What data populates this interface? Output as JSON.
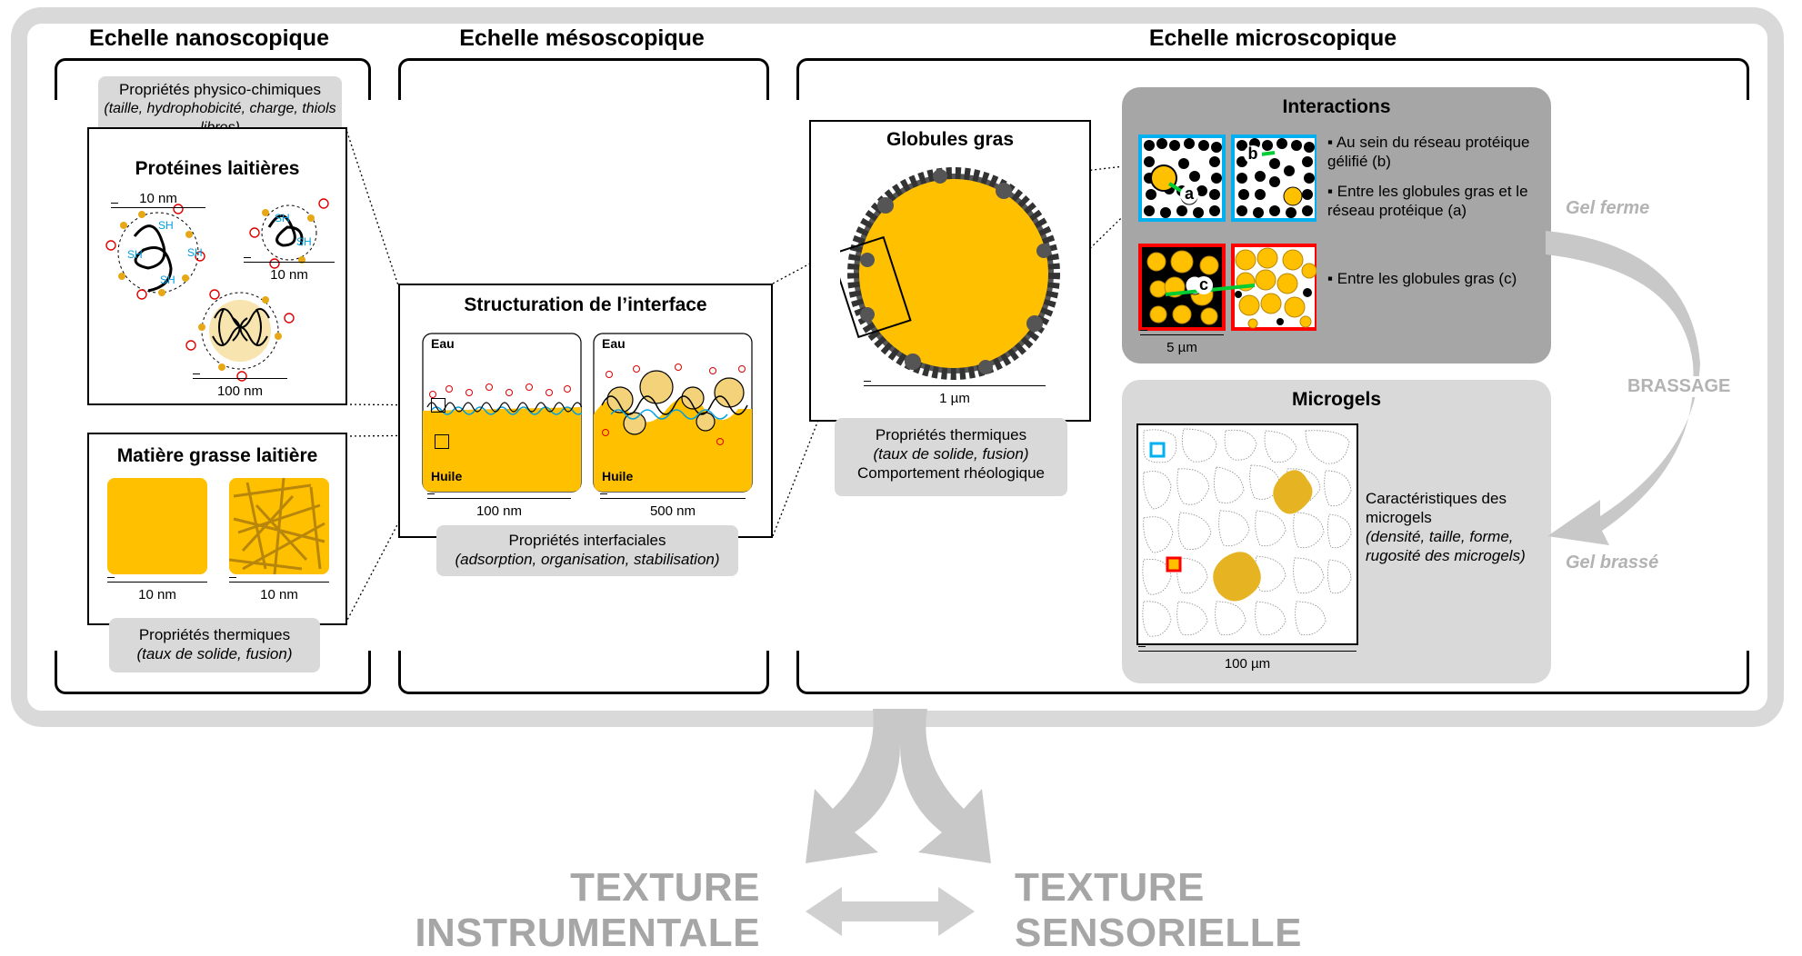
{
  "scales": {
    "nano": "Echelle nanoscopique",
    "meso": "Echelle mésoscopique",
    "micro": "Echelle microscopique"
  },
  "nano": {
    "props_physchem_title": "Propriétés physico-chimiques",
    "props_physchem_detail": "(taille, hydrophobicité, charge, thiols libres)",
    "proteins_title": "Protéines laitières",
    "sh_label": "SH",
    "scale_10nm_a": "10 nm",
    "scale_10nm_b": "10 nm",
    "scale_100nm": "100 nm",
    "fat_title": "Matière grasse laitière",
    "fat_scale_a": "10 nm",
    "fat_scale_b": "10 nm",
    "thermal_title": "Propriétés thermiques",
    "thermal_detail": "(taux de solide, fusion)"
  },
  "meso": {
    "title": "Structuration de l’interface",
    "eau_a": "Eau",
    "huile_a": "Huile",
    "eau_b": "Eau",
    "huile_b": "Huile",
    "scale_a": "100 nm",
    "scale_b": "500 nm",
    "interfacial_title": "Propriétés interfaciales",
    "interfacial_detail": "(adsorption, organisation, stabilisation)"
  },
  "micro": {
    "globules_title": "Globules gras",
    "globules_scale": "1 µm",
    "thermal_title": "Propriétés thermiques",
    "thermal_detail": "(taux de solide, fusion)",
    "rheo": "Comportement rhéologique",
    "interactions_title": "Interactions",
    "letter_a": "a",
    "letter_b": "b",
    "letter_c": "c",
    "bullet1": "Au sein du réseau protéique gélifié (b)",
    "bullet2": "Entre les globules gras et le réseau protéique (a)",
    "bullet3": "Entre les globules gras (c)",
    "interactions_scale": "5 µm",
    "microgels_title": "Microgels",
    "microgels_char_title": "Caractéristiques des microgels",
    "microgels_char_detail": "(densité, taille, forme, rugosité des microgels)",
    "microgels_scale": "100 µm"
  },
  "process": {
    "gel_ferme": "Gel ferme",
    "brassage": "BRASSAGE",
    "gel_brasse": "Gel brassé"
  },
  "bottom": {
    "instr_line1": "TEXTURE",
    "instr_line2": "INSTRUMENTALE",
    "sens_line1": "TEXTURE",
    "sens_line2": "SENSORIELLE"
  },
  "colors": {
    "fat": "#ffc000",
    "fat_dark": "#d4a017",
    "frame_gray": "#d9d9d9",
    "panel_dark": "#a6a6a6",
    "panel_light": "#d9d9d9",
    "blue": "#00b0f0",
    "red": "#ff0000",
    "green": "#00cc33"
  }
}
